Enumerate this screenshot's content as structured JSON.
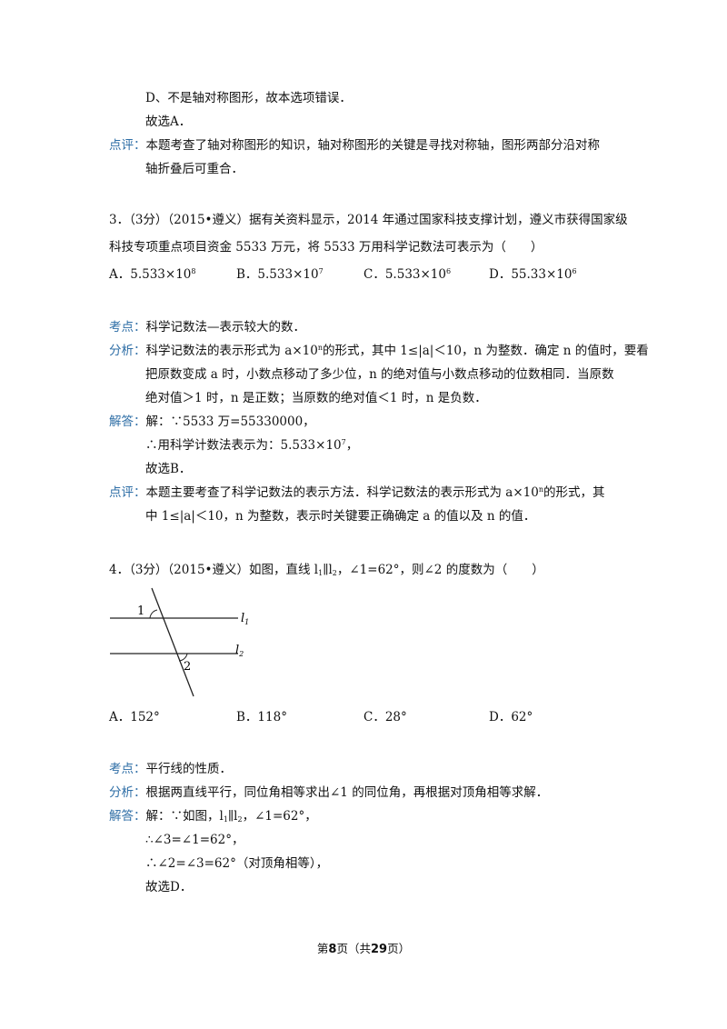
{
  "prev": {
    "d_line": "D、不是轴对称图形，故本选项错误．",
    "choice": "故选A．",
    "comment_label": "点评：",
    "comment_1": "本题考查了轴对称图形的知识，轴对称图形的关键是寻找对称轴，图形两部分沿对称",
    "comment_2": "轴折叠后可重合．"
  },
  "q3": {
    "stem_1": "3．（3分）（2015•遵义）据有关资料显示，2014 年通过国家科技支撑计划，遵义市获得国家级",
    "stem_2": "科技专项重点项目资金 5533 万元，将 5533 万用科学记数法可表示为（　　）",
    "options": [
      {
        "letter": "A．",
        "base": "5.533×10",
        "exp": "8"
      },
      {
        "letter": "B．",
        "base": "5.533×10",
        "exp": "7"
      },
      {
        "letter": "C．",
        "base": "5.533×10",
        "exp": "6"
      },
      {
        "letter": "D．",
        "base": "55.33×10",
        "exp": "6"
      }
    ],
    "kaodian_label": "考点：",
    "kaodian": "科学记数法—表示较大的数．",
    "fenxi_label": "分析：",
    "fenxi_1a": "科学记数法的表示形式为 a×10",
    "fenxi_1sup": "n",
    "fenxi_1b": "的形式，其中 1≤|a|＜10，n 为整数．确定 n 的值时，要看",
    "fenxi_2": "把原数变成 a 时，小数点移动了多少位，n 的绝对值与小数点移动的位数相同．当原数",
    "fenxi_3": "绝对值＞1 时，n 是正数；当原数的绝对值＜1 时，n 是负数．",
    "jieda_label": "解答：",
    "jieda_1": "解：∵5533 万=55330000，",
    "jieda_2a": "∴用科学计数法表示为：5.533×10",
    "jieda_2sup": "7",
    "jieda_2b": "，",
    "jieda_3": "故选B．",
    "dianping_label": "点评：",
    "dianping_1a": "本题主要考查了科学记数法的表示方法．科学记数法的表示形式为 a×10",
    "dianping_1sup": "n",
    "dianping_1b": "的形式，其",
    "dianping_2": "中 1≤|a|＜10，n 为整数，表示时关键要正确确定 a 的值以及 n 的值．"
  },
  "q4": {
    "stem_a": "4．（3分）（2015•遵义）如图，直线 l",
    "stem_sub1": "1",
    "stem_b": "∥l",
    "stem_sub2": "2",
    "stem_c": "，∠1=62°，则∠2 的度数为（　　）",
    "figure": {
      "label_1": "1",
      "label_2": "2",
      "line1": "l",
      "line1_sub": "1",
      "line2": "l",
      "line2_sub": "2"
    },
    "options": [
      {
        "letter": "A．",
        "text": "152°"
      },
      {
        "letter": "B．",
        "text": "118°"
      },
      {
        "letter": "C．",
        "text": "28°"
      },
      {
        "letter": "D．",
        "text": "62°"
      }
    ],
    "kaodian_label": "考点：",
    "kaodian": "平行线的性质．",
    "fenxi_label": "分析：",
    "fenxi": "根据两直线平行，同位角相等求出∠1 的同位角，再根据对顶角相等求解．",
    "jieda_label": "解答：",
    "jieda_1a": "解：∵如图，l",
    "jieda_1sub1": "1",
    "jieda_1b": "∥l",
    "jieda_1sub2": "2",
    "jieda_1c": "，∠1=62°，",
    "jieda_2": "∴∠3=∠1=62°，",
    "jieda_3": "∴∠2=∠3=62°（对顶角相等），",
    "jieda_4": "故选D．"
  },
  "footer": {
    "pre": "第",
    "page": "8",
    "mid": "页（共",
    "total": "29",
    "post": "页）"
  }
}
